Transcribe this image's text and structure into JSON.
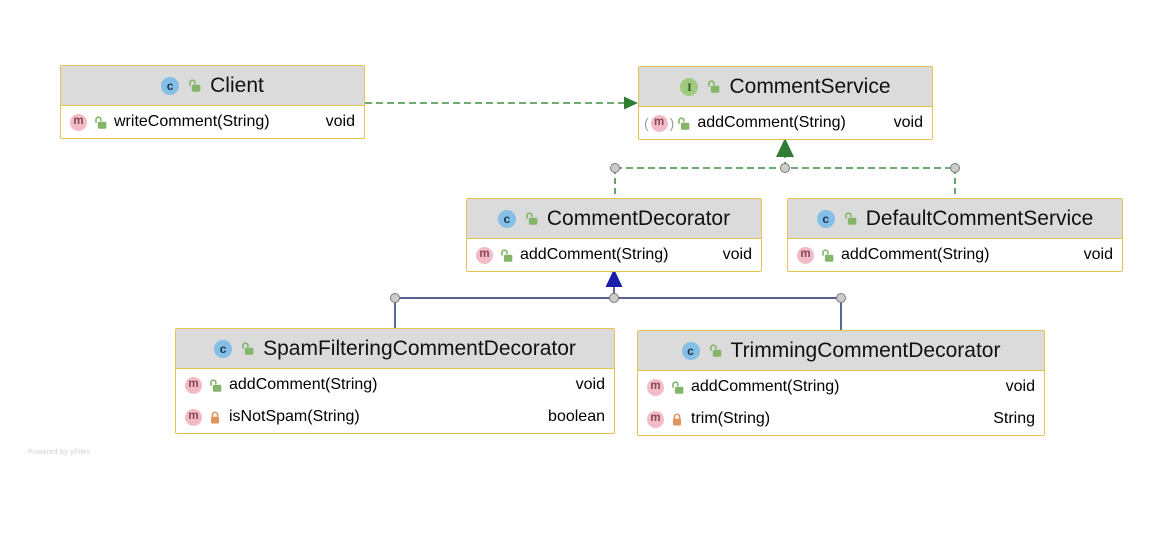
{
  "diagram": {
    "watermark": "Powered by yFiles",
    "icon_letters": {
      "class": "c",
      "interface": "I",
      "method": "m"
    },
    "abstract_parens": {
      "open": "(",
      "close": ")"
    },
    "classes": [
      {
        "name": "Client",
        "stereotype": "class",
        "visibility": "public",
        "methods": [
          {
            "name": "writeComment(String)",
            "returns": "void",
            "visibility": "public",
            "abstract": false
          }
        ]
      },
      {
        "name": "CommentService",
        "stereotype": "interface",
        "visibility": "public",
        "methods": [
          {
            "name": "addComment(String)",
            "returns": "void",
            "visibility": "public",
            "abstract": true
          }
        ]
      },
      {
        "name": "CommentDecorator",
        "stereotype": "class",
        "visibility": "public",
        "methods": [
          {
            "name": "addComment(String)",
            "returns": "void",
            "visibility": "public",
            "abstract": false
          }
        ]
      },
      {
        "name": "DefaultCommentService",
        "stereotype": "class",
        "visibility": "public",
        "methods": [
          {
            "name": "addComment(String)",
            "returns": "void",
            "visibility": "public",
            "abstract": false
          }
        ]
      },
      {
        "name": "SpamFilteringCommentDecorator",
        "stereotype": "class",
        "visibility": "public",
        "methods": [
          {
            "name": "addComment(String)",
            "returns": "void",
            "visibility": "public",
            "abstract": false
          },
          {
            "name": "isNotSpam(String)",
            "returns": "boolean",
            "visibility": "private",
            "abstract": false
          }
        ]
      },
      {
        "name": "TrimmingCommentDecorator",
        "stereotype": "class",
        "visibility": "public",
        "methods": [
          {
            "name": "addComment(String)",
            "returns": "void",
            "visibility": "public",
            "abstract": false
          },
          {
            "name": "trim(String)",
            "returns": "String",
            "visibility": "private",
            "abstract": false
          }
        ]
      }
    ],
    "relationships": [
      {
        "from": "Client",
        "to": "CommentService",
        "type": "dependency"
      },
      {
        "from": "CommentDecorator",
        "to": "CommentService",
        "type": "realization"
      },
      {
        "from": "DefaultCommentService",
        "to": "CommentService",
        "type": "realization"
      },
      {
        "from": "SpamFilteringCommentDecorator",
        "to": "CommentDecorator",
        "type": "inheritance"
      },
      {
        "from": "TrimmingCommentDecorator",
        "to": "CommentDecorator",
        "type": "inheritance"
      }
    ],
    "colors": {
      "box_border": "#E6C34E",
      "header_bg": "#DBDBDB",
      "dependency_green": "#3F8E43",
      "arrow_green": "#2E7D32",
      "inheritance_navy": "#3E4D8B",
      "arrow_navy": "#1B1FA8",
      "junction_fill": "#CCCCCC",
      "class_icon_bg": "#85BFE5",
      "interface_icon_bg": "#9ECB7F",
      "method_icon_bg": "#F2BCC6",
      "public_lock": "#84B568",
      "private_lock": "#E2945E"
    }
  }
}
